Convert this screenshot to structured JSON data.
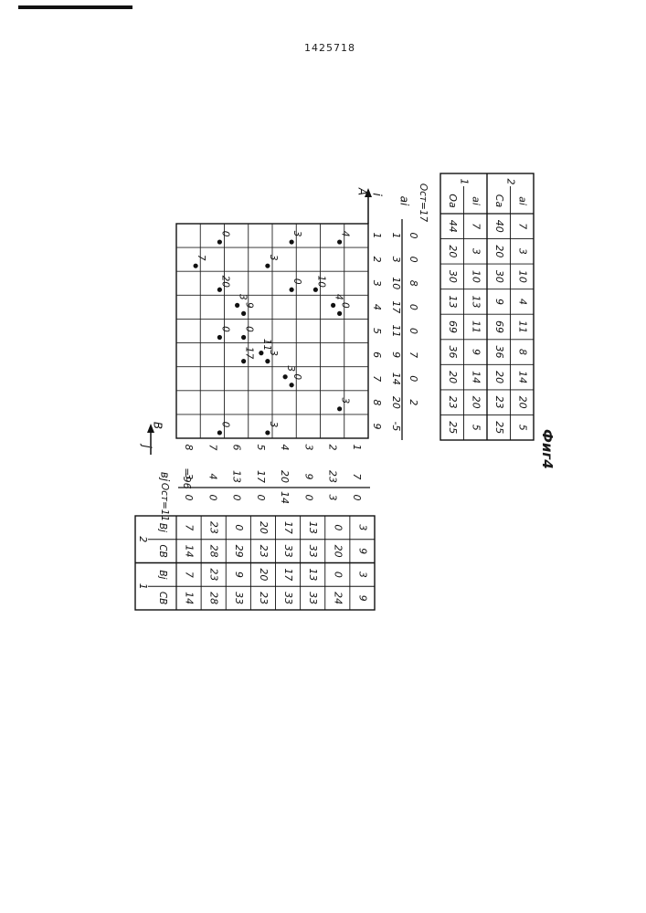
{
  "page_number": "1425718",
  "figure_caption": "Фиг4",
  "axis_i": {
    "arrow_label": "A",
    "var_label": "i"
  },
  "axis_j": {
    "arrow_label": "B",
    "var_label": "j"
  },
  "grid": {
    "i_ticks": [
      "1",
      "2",
      "3",
      "4",
      "5",
      "6",
      "7",
      "8",
      "9"
    ],
    "j_ticks": [
      "1",
      "2",
      "3",
      "4",
      "5",
      "6",
      "7",
      "8"
    ],
    "points": [
      {
        "i": 1,
        "j": 7,
        "label": "0"
      },
      {
        "i": 1,
        "j": 4,
        "label": "3"
      },
      {
        "i": 1,
        "j": 2,
        "label": "4"
      },
      {
        "i": 2,
        "j": 8,
        "label": "7"
      },
      {
        "i": 2,
        "j": 5,
        "label": "3"
      },
      {
        "i": 3,
        "j": 7,
        "label": "20"
      },
      {
        "i": 3,
        "j": 4,
        "label": "0"
      },
      {
        "i": 3,
        "j": 3,
        "label": "10"
      },
      {
        "i": 4,
        "j": 6,
        "label": "9"
      },
      {
        "i": 4,
        "j": 6,
        "label": "3"
      },
      {
        "i": 4,
        "j": 2,
        "label": "0"
      },
      {
        "i": 4,
        "j": 2,
        "label": "4"
      },
      {
        "i": 5,
        "j": 7,
        "label": "0"
      },
      {
        "i": 5,
        "j": 6,
        "label": "0"
      },
      {
        "i": 6,
        "j": 6,
        "label": "17"
      },
      {
        "i": 6,
        "j": 5,
        "label": "3"
      },
      {
        "i": 6,
        "j": 5,
        "label": "11"
      },
      {
        "i": 7,
        "j": 4,
        "label": "0"
      },
      {
        "i": 7,
        "j": 4,
        "label": "3"
      },
      {
        "i": 8,
        "j": 2,
        "label": "3"
      },
      {
        "i": 9,
        "j": 7,
        "label": "0"
      },
      {
        "i": 9,
        "j": 5,
        "label": "3"
      }
    ]
  },
  "a_rows": {
    "header": "ai",
    "row1": [
      "1",
      "3",
      "10",
      "17",
      "11",
      "9",
      "14",
      "20",
      "-5"
    ],
    "row2": [
      "0",
      "0",
      "8",
      "0",
      "0",
      "7",
      "0",
      "2"
    ],
    "sum_label": "Oст=17"
  },
  "b_cols": {
    "header_b": "вj",
    "header_ost": "Oст=11",
    "b_values": [
      "7",
      "23",
      "9",
      "20",
      "17",
      "13",
      "4",
      "3"
    ],
    "ost_values": [
      "0",
      "3",
      "0",
      "14",
      "0",
      "0",
      "0",
      "0"
    ],
    "sum_label": "=96"
  },
  "table_a": {
    "group_labels": [
      "1",
      "2"
    ],
    "row_labels": [
      "Oa",
      "ai",
      "Ca",
      "ai"
    ],
    "rows": [
      [
        "44",
        "20",
        "30",
        "13",
        "69",
        "36",
        "20",
        "23",
        "25"
      ],
      [
        "7",
        "3",
        "10",
        "13",
        "11",
        "9",
        "14",
        "20",
        "5"
      ],
      [
        "40",
        "20",
        "30",
        "9",
        "69",
        "36",
        "20",
        "23",
        "25"
      ],
      [
        "7",
        "3",
        "10",
        "4",
        "11",
        "8",
        "14",
        "20",
        "5"
      ]
    ]
  },
  "table_b": {
    "group_labels": [
      "1",
      "2"
    ],
    "col_labels": [
      "CB",
      "Bj",
      "CB",
      "Bj"
    ],
    "cols": [
      [
        "14",
        "28",
        "33",
        "23",
        "33",
        "33",
        "24",
        "9"
      ],
      [
        "7",
        "23",
        "9",
        "20",
        "17",
        "13",
        "0",
        "3"
      ],
      [
        "14",
        "28",
        "29",
        "23",
        "33",
        "33",
        "20",
        "9"
      ],
      [
        "7",
        "23",
        "0",
        "20",
        "17",
        "13",
        "0",
        "3"
      ]
    ]
  }
}
